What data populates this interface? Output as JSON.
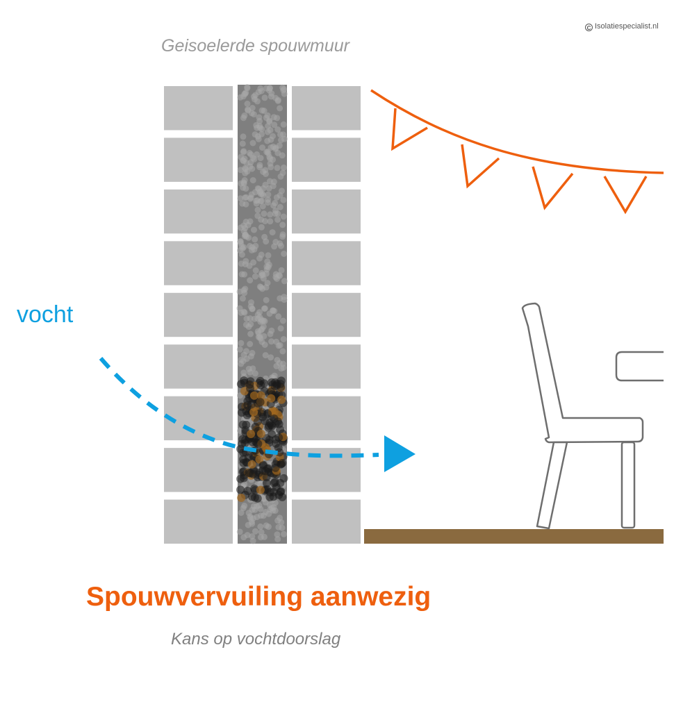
{
  "copyright": {
    "symbol": "C",
    "text": "Isolatiespecialist.nl"
  },
  "top_title": "Geisoelerde spouwmuur",
  "moisture_label": "vocht",
  "main_title": "Spouwvervuiling aanwezig",
  "subtitle": "Kans op vochtdoorslag",
  "diagram": {
    "brick_rows": 9,
    "bunting_flags": 4,
    "contaminated_fraction_of_cavity": 0.25,
    "colors": {
      "brick": "#c0c0c0",
      "cavity": "#7f7f7f",
      "insulation_bead": "#a8a8a8",
      "dirt": "#1a1a1a",
      "dirt_rust": "#a0661e",
      "moisture": "#0ea0e0",
      "bunting": "#ee5f0e",
      "floor": "#8a6a3f",
      "furniture_outline": "#6e6e6e",
      "title_accent": "#ee5f0e"
    }
  }
}
